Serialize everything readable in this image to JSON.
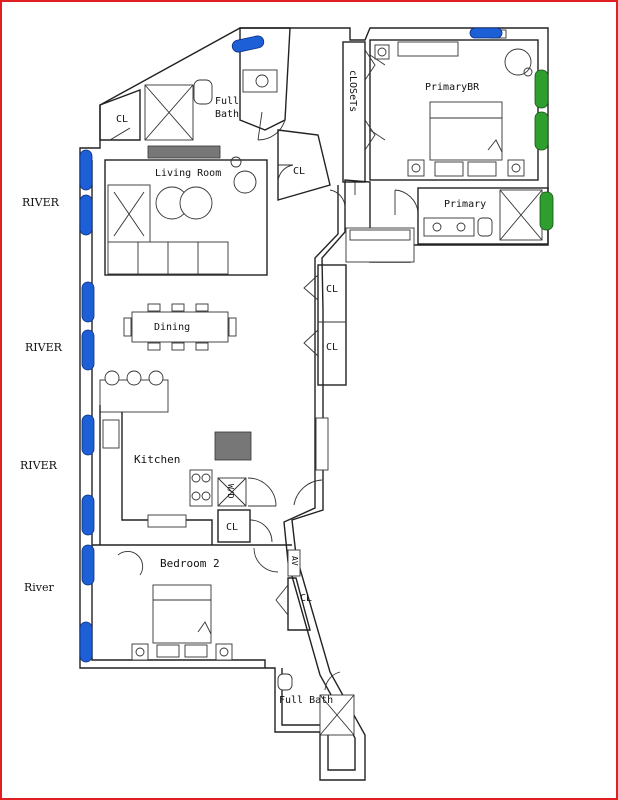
{
  "rooms": {
    "primary_br": "PrimaryBR",
    "closets": "cLOSeTs",
    "full_bath_top_line1": "Full",
    "full_bath_top_line2": "Bath",
    "cl_top_left": "CL",
    "cl_hall": "CL",
    "living_room": "Living Room",
    "primary_bath": "Primary",
    "cl_right_1": "CL",
    "cl_right_2": "CL",
    "dining": "Dining",
    "kitchen": "Kitchen",
    "cl_kitchen": "CL",
    "bedroom_2": "Bedroom 2",
    "cl_bedroom2": "CL",
    "full_bath_bottom": "Full Bath",
    "washer_dryer": "W/D",
    "av": "AV"
  },
  "river_labels": [
    "RIVER",
    "RIVER",
    "RIVER",
    "River"
  ],
  "colors": {
    "border": "#e02020",
    "window_blue": "#1d5fd6",
    "window_green": "#2e9e2e",
    "wall": "#222222"
  }
}
